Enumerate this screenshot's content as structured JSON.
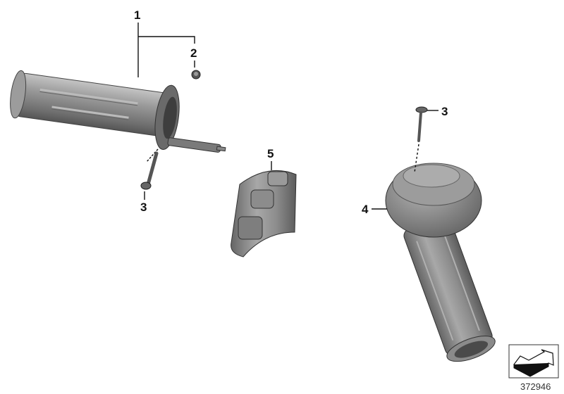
{
  "diagram": {
    "callouts": [
      {
        "id": "callout-1",
        "label": "1"
      },
      {
        "id": "callout-2",
        "label": "2"
      },
      {
        "id": "callout-3-left",
        "label": "3"
      },
      {
        "id": "callout-3-right",
        "label": "3"
      },
      {
        "id": "callout-4",
        "label": "4"
      },
      {
        "id": "callout-5",
        "label": "5"
      }
    ],
    "diagram_number": "372946",
    "nav_icon": "arrow-icon",
    "colors": {
      "part": "#8a8a8a",
      "part_dark": "#555555",
      "part_light": "#b8b8b8",
      "text": "#111111"
    }
  }
}
